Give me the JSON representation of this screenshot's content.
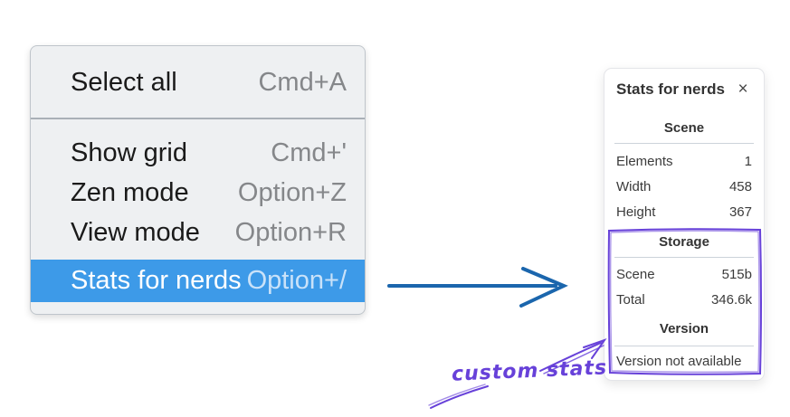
{
  "menu": {
    "sections": [
      {
        "items": [
          {
            "label": "Select all",
            "shortcut": "Cmd+A"
          }
        ]
      },
      {
        "items": [
          {
            "label": "Show grid",
            "shortcut": "Cmd+'"
          },
          {
            "label": "Zen mode",
            "shortcut": "Option+Z"
          },
          {
            "label": "View mode",
            "shortcut": "Option+R"
          },
          {
            "label": "Stats for nerds",
            "shortcut": "Option+/"
          }
        ]
      }
    ]
  },
  "stats_panel": {
    "title": "Stats for nerds",
    "close_label": "×",
    "scene_section": {
      "heading": "Scene",
      "rows": [
        {
          "label": "Elements",
          "value": "1"
        },
        {
          "label": "Width",
          "value": "458"
        },
        {
          "label": "Height",
          "value": "367"
        }
      ]
    },
    "storage_section": {
      "heading": "Storage",
      "rows": [
        {
          "label": "Scene",
          "value": "515b"
        },
        {
          "label": "Total",
          "value": "346.6k"
        }
      ]
    },
    "version_section": {
      "heading": "Version",
      "note": "Version not available"
    }
  },
  "annotations": {
    "label": "custom stats"
  },
  "colors": {
    "menu_highlight": "#3d9ae8",
    "pointer_blue": "#1b66ad",
    "annotation_purple": "#6741d9"
  }
}
